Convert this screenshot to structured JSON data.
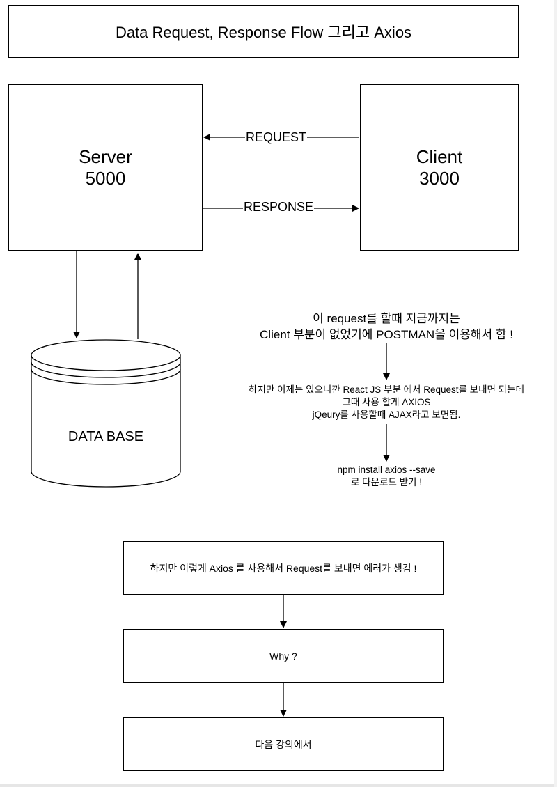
{
  "title": "Data Request, Response Flow 그리고 Axios",
  "nodes": {
    "server": "Server\n5000",
    "client": "Client\n3000",
    "database": "DATA BASE"
  },
  "edges": {
    "request": "REQUEST",
    "response": "RESPONSE"
  },
  "notes": {
    "postman": "이 request를 할때 지금까지는\nClient 부분이 없었기에    POSTMAN을 이용해서 함 !",
    "react": "하지만 이제는 있으니깐 React JS 부분 에서  Request를 보내면 되는데\n그때 사용 할게  AXIOS\njQeury를 사용할때 AJAX라고 보면됨.",
    "install": "npm install axios --save\n로  다운로드 받기 !"
  },
  "flow": [
    "하지만 이렇게 Axios 를 사용해서 Request를 보내면 에러가 생김 !",
    "Why ?",
    "다음 강의에서"
  ]
}
